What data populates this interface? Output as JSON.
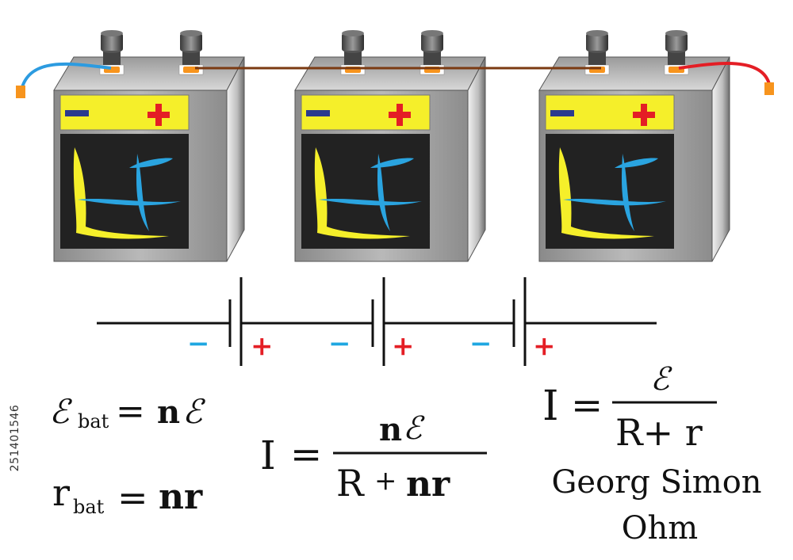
{
  "batteries": [
    {
      "minus": "−",
      "plus": "+"
    },
    {
      "minus": "−",
      "plus": "+"
    },
    {
      "minus": "−",
      "plus": "+"
    }
  ],
  "circuit": {
    "cells": [
      {
        "minus": "−",
        "plus": "+"
      },
      {
        "minus": "−",
        "plus": "+"
      },
      {
        "minus": "−",
        "plus": "+"
      }
    ]
  },
  "formulas": {
    "emf": {
      "E": "ℰ",
      "sub": "bat",
      "eq": "=",
      "n": "n",
      "E2": "ℰ"
    },
    "resistance": {
      "r": "r",
      "sub": "bat",
      "eq": "=",
      "nr": "nr"
    },
    "current_series": {
      "I": "I",
      "eq": "=",
      "num_n": "n",
      "num_E": "ℰ",
      "den_R": "R",
      "den_plus": "+",
      "den_nr": "nr"
    },
    "current_single": {
      "I": "I",
      "eq": "=",
      "num_E": "ℰ",
      "den": "R+ r"
    }
  },
  "caption": {
    "line1": "Georg Simon",
    "line2": "Ohm"
  },
  "side_id": "251401546",
  "colors": {
    "label_yellow": "#f5ef2a",
    "plus_red": "#e41e25",
    "minus_navy": "#2b3a8e",
    "minus_blue": "#1fa7e1",
    "logo_blue": "#2aa4e0",
    "wire_blue": "#2c9be0",
    "wire_red": "#e41e25",
    "wire_brown": "#7b3a12",
    "terminal_orange": "#f7941d"
  }
}
